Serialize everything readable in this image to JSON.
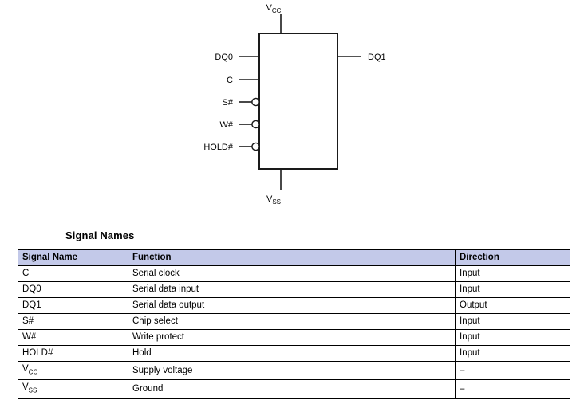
{
  "diagram": {
    "name": "logic-diagram",
    "chip_box": {
      "label": ""
    },
    "pins": [
      {
        "name": "vcc-pin",
        "label": "V",
        "sub": "CC",
        "side": "top"
      },
      {
        "name": "dq0-pin",
        "label": "DQ0",
        "sub": "",
        "side": "left",
        "inverted": false
      },
      {
        "name": "c-pin",
        "label": "C",
        "sub": "",
        "side": "left",
        "inverted": false
      },
      {
        "name": "s-pin",
        "label": "S#",
        "sub": "",
        "side": "left",
        "inverted": true
      },
      {
        "name": "w-pin",
        "label": "W#",
        "sub": "",
        "side": "left",
        "inverted": true
      },
      {
        "name": "hold-pin",
        "label": "HOLD#",
        "sub": "",
        "side": "left",
        "inverted": true
      },
      {
        "name": "dq1-pin",
        "label": "DQ1",
        "sub": "",
        "side": "right",
        "inverted": false
      },
      {
        "name": "vss-pin",
        "label": "V",
        "sub": "SS",
        "side": "bottom"
      }
    ]
  },
  "section": {
    "heading": "Signal Names"
  },
  "table": {
    "headers": [
      "Signal Name",
      "Function",
      "Direction"
    ],
    "header_fill": "#c3c9e9",
    "rows": [
      {
        "signal": "C",
        "signal_sub": "",
        "function": "Serial clock",
        "direction": "Input"
      },
      {
        "signal": "DQ0",
        "signal_sub": "",
        "function": "Serial data input",
        "direction": "Input"
      },
      {
        "signal": "DQ1",
        "signal_sub": "",
        "function": "Serial data output",
        "direction": "Output"
      },
      {
        "signal": "S#",
        "signal_sub": "",
        "function": "Chip select",
        "direction": "Input"
      },
      {
        "signal": "W#",
        "signal_sub": "",
        "function": "Write protect",
        "direction": "Input"
      },
      {
        "signal": "HOLD#",
        "signal_sub": "",
        "function": "Hold",
        "direction": "Input"
      },
      {
        "signal": "V",
        "signal_sub": "CC",
        "function": "Supply voltage",
        "direction": "–"
      },
      {
        "signal": "V",
        "signal_sub": "SS",
        "function": "Ground",
        "direction": "–"
      }
    ]
  }
}
